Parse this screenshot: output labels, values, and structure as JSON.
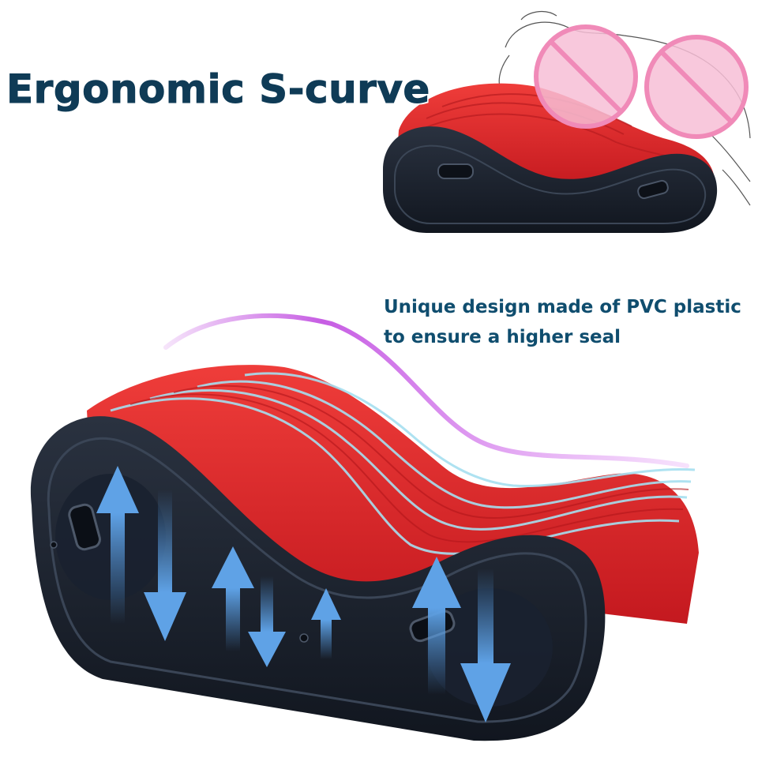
{
  "headline": "Ergonomic S-curve",
  "caption": {
    "line1": "Unique design made of PVC plastic",
    "line2": "to ensure a higher seal"
  },
  "colors": {
    "headline": "#0f3b56",
    "caption": "#0f4d6e",
    "cushion_red": "#e0262b",
    "cushion_dark": "#1c2330",
    "arrow_blue": "#4f92d6",
    "wave_purple": "#c04be0",
    "censor_pink": "#f2a1c4"
  },
  "icons": [
    "s-curve-wave",
    "up-arrow",
    "down-arrow",
    "censor-circle",
    "air-valve"
  ]
}
